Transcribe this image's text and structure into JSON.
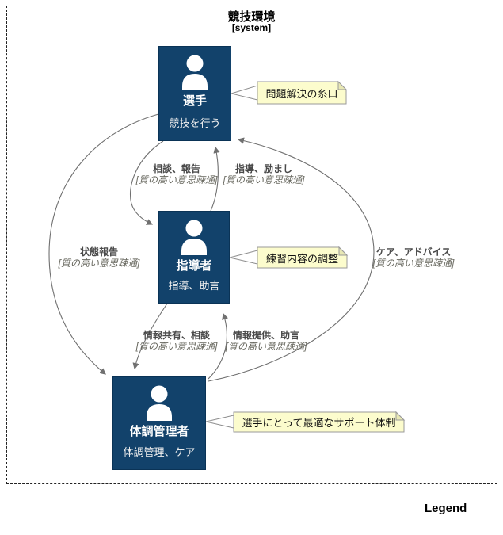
{
  "diagram": {
    "title": "競技環境",
    "subtitle": "[system]",
    "legend_label": "Legend"
  },
  "actors": [
    {
      "id": "athlete",
      "name": "選手",
      "description": "競技を行う"
    },
    {
      "id": "coach",
      "name": "指導者",
      "description": "指導、助言"
    },
    {
      "id": "condition-manager",
      "name": "体調管理者",
      "description": "体調管理、ケア"
    }
  ],
  "notes": [
    {
      "attached_to": "選手",
      "text": "問題解決の糸口"
    },
    {
      "attached_to": "指導者",
      "text": "練習内容の調整"
    },
    {
      "attached_to": "体調管理者",
      "text": "選手にとって最適なサポート体制"
    }
  ],
  "edges": [
    {
      "from": "選手",
      "to": "指導者",
      "label": "相談、報告",
      "qualifier": "[質の高い意思疎通]"
    },
    {
      "from": "指導者",
      "to": "選手",
      "label": "指導、励まし",
      "qualifier": "[質の高い意思疎通]"
    },
    {
      "from": "選手",
      "to": "体調管理者",
      "label": "状態報告",
      "qualifier": "[質の高い意思疎通]"
    },
    {
      "from": "体調管理者",
      "to": "選手",
      "label": "ケア、アドバイス",
      "qualifier": "[質の高い意思疎通]"
    },
    {
      "from": "指導者",
      "to": "体調管理者",
      "label": "情報共有、相談",
      "qualifier": "[質の高い意思疎通]"
    },
    {
      "from": "体調管理者",
      "to": "指導者",
      "label": "情報提供、助言",
      "qualifier": "[質の高い意思疎通]"
    }
  ],
  "colors": {
    "person_fill": "#12426b",
    "person_border": "#0a3356",
    "note_fill": "#fcfccd",
    "note_border": "#9a9a9a",
    "edge": "#707070"
  }
}
